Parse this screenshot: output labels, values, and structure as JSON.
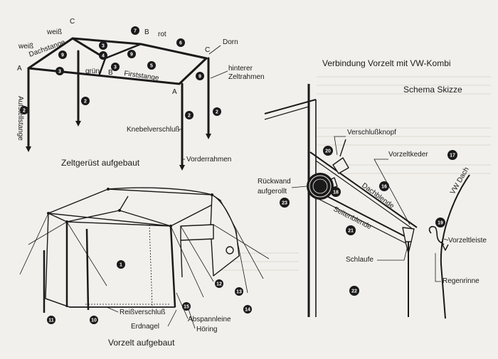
{
  "colors": {
    "paper": "#f2f0ec",
    "ink": "#1a1a1a",
    "ghost_text": "#c9c5bd"
  },
  "frame": {
    "caption": "Zeltgerüst aufgebaut",
    "labels": {
      "weiss_top": "weiß",
      "weiss_left": "weiß",
      "c_left": "C",
      "c_right": "C",
      "b_top": "B",
      "b_mid": "B",
      "a_left": "A",
      "a_right": "A",
      "rot": "rot",
      "gruen": "grün",
      "dachstange": "Dachstange",
      "firststange": "Firststange",
      "dorn": "Dorn",
      "hinterer": "hinterer",
      "zeltrahmen": "Zeltrahmen",
      "aufstellstange": "Aufstellstange",
      "knebelverschluss": "Knebelverschluß",
      "vorderrahmen": "Vorderrahmen"
    },
    "numbers": [
      "3",
      "7",
      "6",
      "9",
      "3",
      "4",
      "9",
      "3",
      "5",
      "9",
      "2",
      "2",
      "2",
      "2"
    ]
  },
  "tent": {
    "caption": "Vorzelt aufgebaut",
    "labels": {
      "reissverschluss": "Reißverschluß",
      "erdnagel": "Erdnagel",
      "abspannleine": "Abspannleine",
      "hoering": "Höring"
    },
    "numbers": [
      "1",
      "11",
      "10",
      "15",
      "12",
      "13",
      "14"
    ]
  },
  "connection": {
    "title": "Verbindung Vorzelt mit VW-Kombi",
    "subtitle": "Schema Skizze",
    "labels": {
      "verschlussknopf": "Verschlußknopf",
      "vorzeltkeder": "Vorzeltkeder",
      "rueckwand": "Rückwand",
      "aufgerollt": "aufgerollt",
      "dachblende": "Dachblende",
      "seitenblende": "Seitenblende",
      "vw_dach": "VW Dach",
      "vorzeltleiste": "Vorzeltleiste",
      "schlaufe": "Schlaufe",
      "regenrinne": "Regenrinne"
    },
    "numbers": [
      "20",
      "17",
      "16",
      "18",
      "23",
      "21",
      "19",
      "22"
    ]
  }
}
